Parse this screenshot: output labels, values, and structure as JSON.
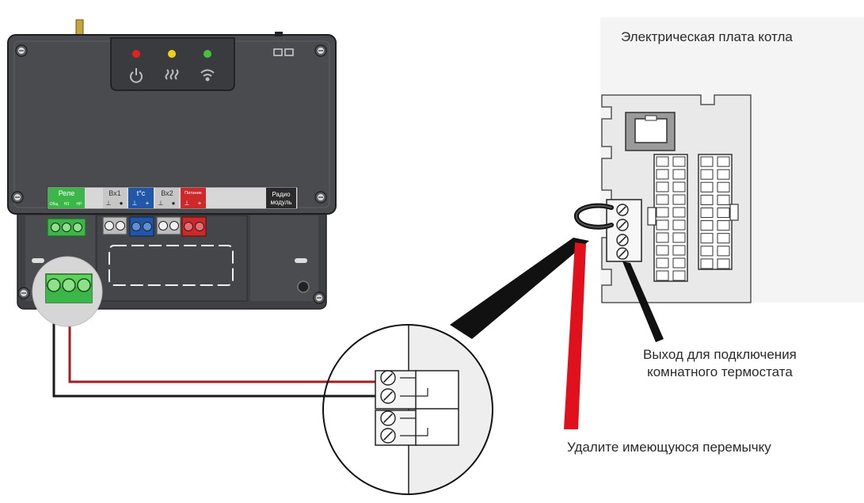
{
  "labels": {
    "board_title": "Электрическая плата котла",
    "output_line1": "Выход для подключения",
    "output_line2": "комнатного термостата",
    "remove_jumper": "Удалите имеющуюся перемычку"
  },
  "controller_terminals": {
    "relay": "Реле",
    "relay_pins": [
      "Общ",
      "НЗ",
      "НР"
    ],
    "in1": "Вх1",
    "temp": "t°c",
    "in2": "Вх2",
    "power": "Питание",
    "radio_line1": "Радио",
    "radio_line2": "модуль"
  },
  "colors": {
    "device_body": "#4a4b4e",
    "terminal_green": "#3cb648",
    "temp_blue": "#2256a8",
    "power_red": "#cc2a2a",
    "wire_red": "#a41e1e",
    "wire_black": "#1a1a1a",
    "pointer_red": "#e0101c"
  },
  "icons": [
    "power-icon",
    "heating-icon",
    "wifi-icon"
  ]
}
